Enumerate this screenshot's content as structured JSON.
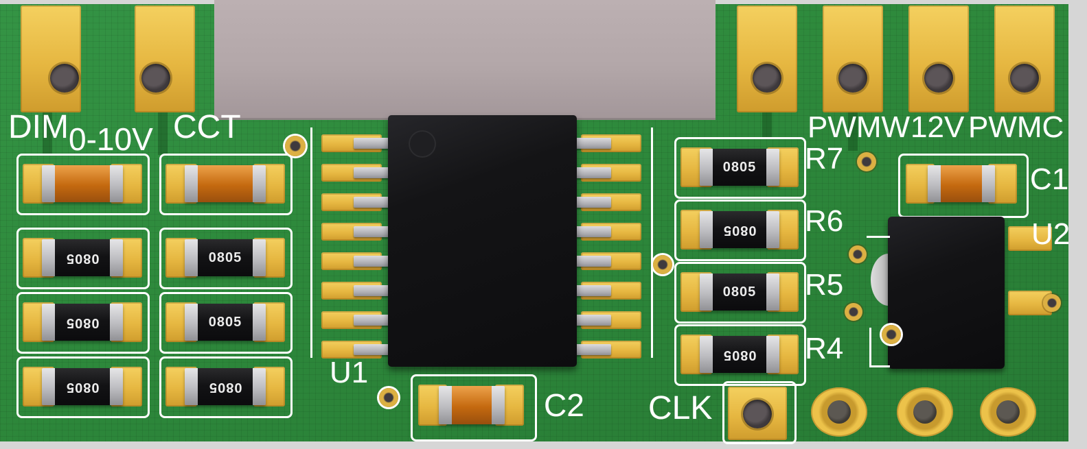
{
  "labels": {
    "dim": "DIM",
    "range": "0-10V",
    "cct": "CCT",
    "pwmw": "PWMW",
    "v12": "12V",
    "pwmc": "PWMC",
    "u1": "U1",
    "c2": "C2",
    "c1": "C1",
    "u2": "U2",
    "clk": "CLK"
  },
  "components": {
    "left_col_1": [
      {
        "type": "capacitor",
        "marking": ""
      },
      {
        "type": "resistor",
        "marking": "0805"
      },
      {
        "type": "resistor",
        "marking": "0805"
      },
      {
        "type": "resistor",
        "marking": "0805"
      }
    ],
    "left_col_2": [
      {
        "type": "capacitor",
        "marking": ""
      },
      {
        "type": "resistor",
        "marking": "0805"
      },
      {
        "type": "resistor",
        "marking": "0805"
      },
      {
        "type": "resistor",
        "marking": "0805"
      }
    ],
    "right_col": [
      {
        "ref": "R7",
        "type": "resistor",
        "marking": "0805"
      },
      {
        "ref": "R6",
        "type": "resistor",
        "marking": "0805"
      },
      {
        "ref": "R5",
        "type": "resistor",
        "marking": "0805"
      },
      {
        "ref": "R4",
        "type": "resistor",
        "marking": "0805"
      }
    ]
  },
  "colors": {
    "pcb_green": "#2e8a3c",
    "pad_gold": "#e6b741",
    "silkscreen_white": "#ffffff",
    "resistor_body_black": "#131315",
    "capacitor_body_orange": "#c4690f",
    "ic_body_black": "#141416",
    "background_gray": "#b3a7a9",
    "edge_gray": "#d6d6d6"
  }
}
